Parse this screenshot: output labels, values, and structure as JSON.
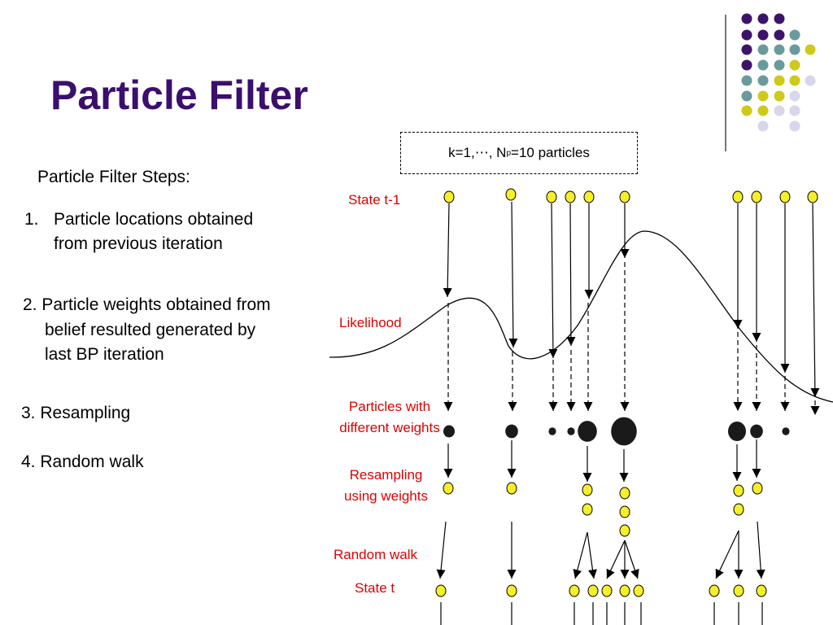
{
  "title": "Particle Filter",
  "steps_heading": "Particle Filter Steps:",
  "steps": {
    "s1_num": "1.",
    "s1_line1": "Particle locations obtained",
    "s1_line2": "from previous iteration",
    "s2_line1": "2. Particle weights obtained from",
    "s2_line2": "belief resulted generated by",
    "s2_line3": "last BP iteration",
    "s3": "3. Resampling",
    "s4": "4. Random walk"
  },
  "box": {
    "k": "k=1,⋯, N",
    "sub": "p",
    "rest": "=10 particles"
  },
  "row_labels": {
    "state_prev": "State t-1",
    "likelihood": "Likelihood",
    "weights_1": "Particles with",
    "weights_2": "different weights",
    "resample_1": "Resampling",
    "resample_2": "using weights",
    "random_walk": "Random walk",
    "state_t": "State t"
  },
  "colors": {
    "title": "#3b0f6e",
    "label_red": "#e00000",
    "particle_yellow": "#f5ee2a",
    "dot_purple": "#3b1469",
    "dot_teal": "#6a9a9c",
    "dot_olive": "#cfc91a",
    "dot_lavender": "#d7d6ea"
  },
  "diagram": {
    "particle_count": 10,
    "weights": [
      0.25,
      0.3,
      0.1,
      0.1,
      0.55,
      0.8,
      0.5,
      0.3,
      0.1
    ],
    "resampled_copies": [
      1,
      1,
      0,
      0,
      2,
      3,
      2,
      1,
      0
    ],
    "state_t_particles": 10
  }
}
